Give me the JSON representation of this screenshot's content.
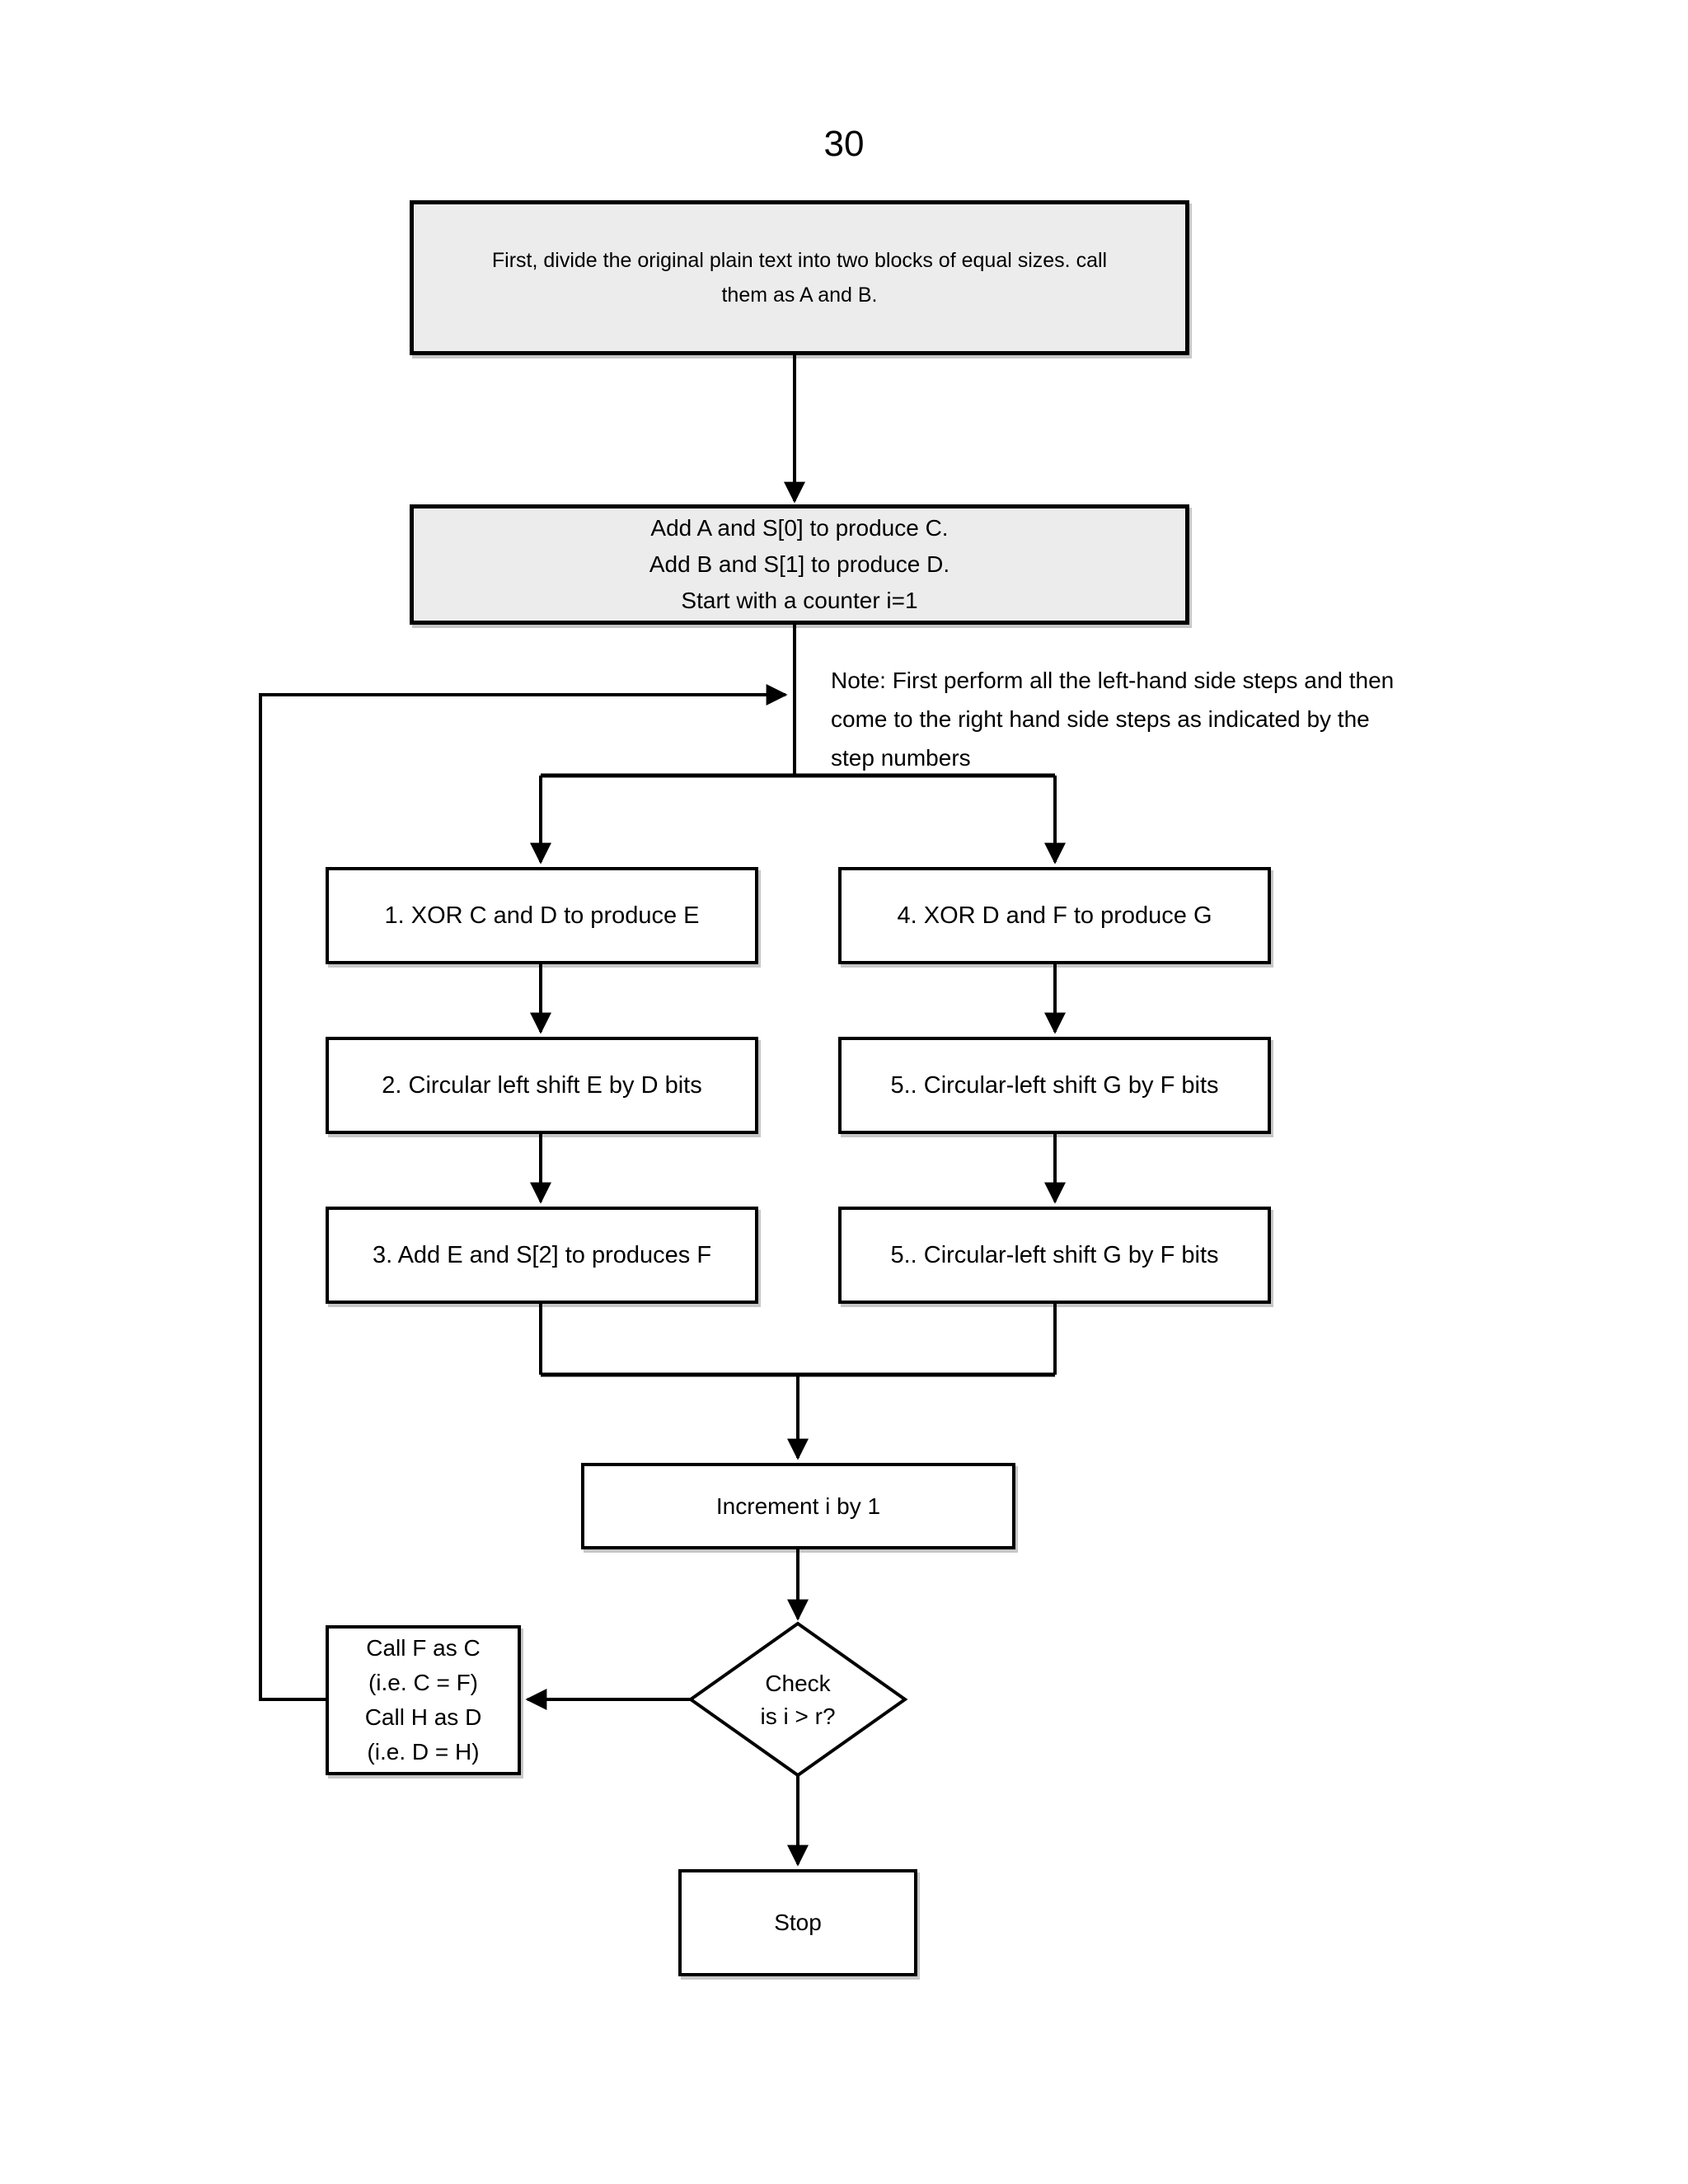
{
  "page": {
    "number": "30"
  },
  "flowchart": {
    "colors": {
      "line": "#000000",
      "gray_box_fill": "#ececec",
      "white_box_fill": "#ffffff",
      "text": "#000000",
      "background": "#ffffff"
    },
    "start_box": {
      "lines": [
        "First, divide the original plain text into two blocks of equal sizes. call",
        "them as A and B."
      ]
    },
    "init_box": {
      "lines": [
        "Add A and S[0] to produce C.",
        "Add B and S[1] to produce D.",
        "Start with a counter i=1"
      ]
    },
    "note": {
      "lines": [
        "Note: First perform all the left-hand side steps and then",
        "come to the right hand side steps as indicated by the",
        "step numbers"
      ]
    },
    "left_steps": [
      "1. XOR C and D to produce E",
      "2. Circular left shift E by D bits",
      "3. Add E and S[2] to produces F"
    ],
    "right_steps": [
      "4. XOR D and F to produce G",
      "5.. Circular-left shift G by F bits",
      "5.. Circular-left shift G by F bits"
    ],
    "increment_box": {
      "label": "Increment i by 1"
    },
    "decision": {
      "lines": [
        "Check",
        "is i > r?"
      ]
    },
    "reassign_box": {
      "lines": [
        "Call F as C",
        "(i.e. C = F)",
        "Call H as D",
        "(i.e. D = H)"
      ]
    },
    "stop_box": {
      "label": "Stop"
    }
  }
}
